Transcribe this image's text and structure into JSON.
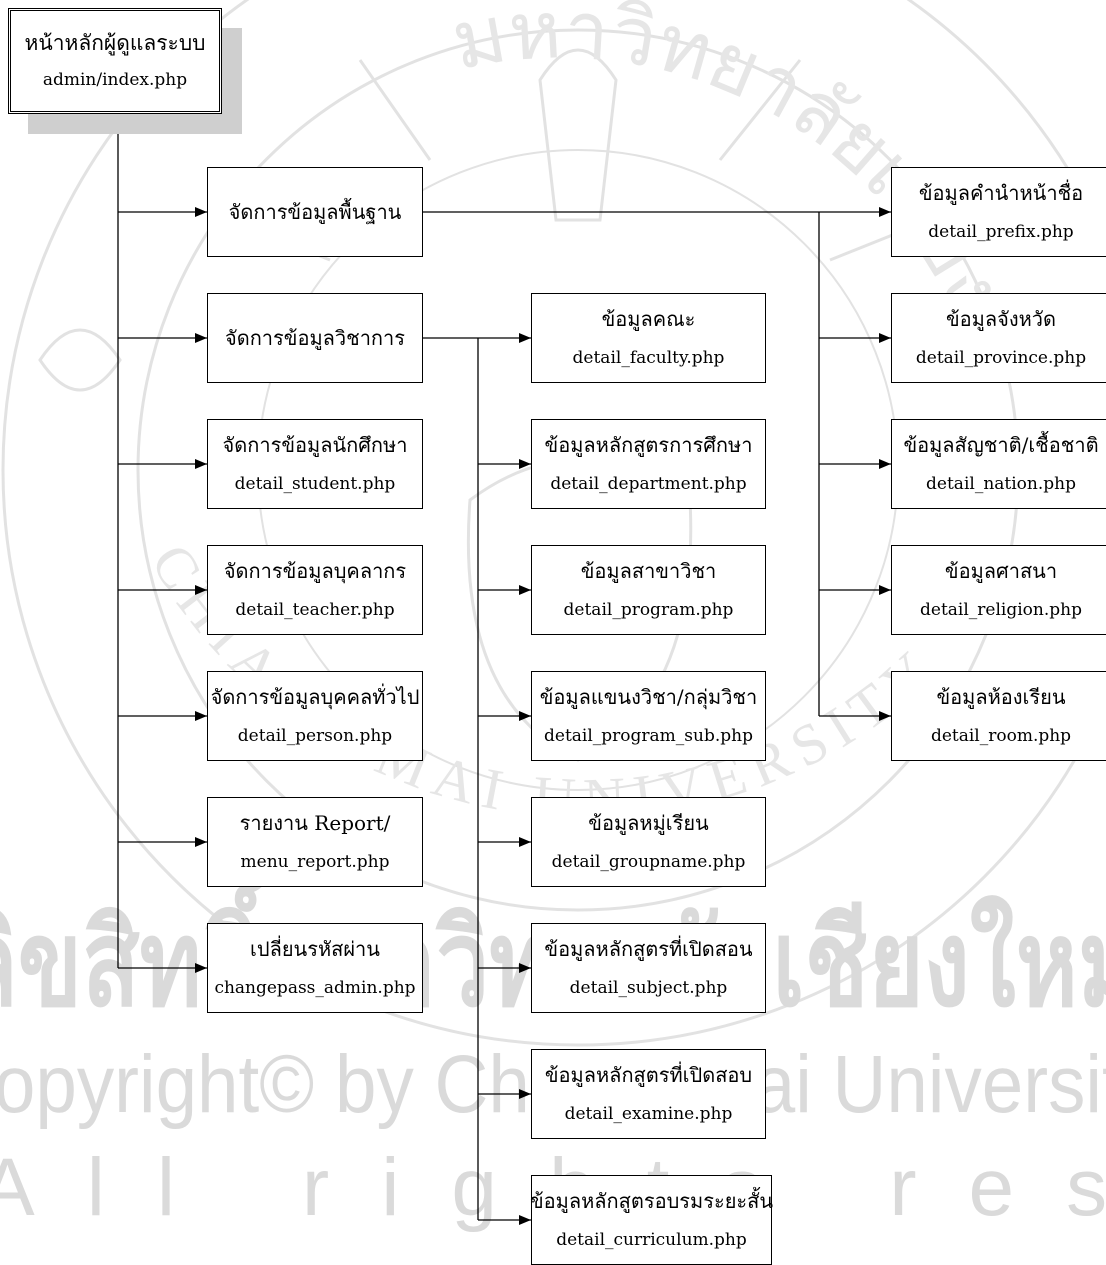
{
  "root": {
    "title": "หน้าหลักผู้ดูแลระบบ",
    "file": "admin/index.php"
  },
  "col1": [
    {
      "title": "จัดการข้อมูลพื้นฐาน",
      "file": ""
    },
    {
      "title": "จัดการข้อมูลวิชาการ",
      "file": ""
    },
    {
      "title": "จัดการข้อมูลนักศึกษา",
      "file": "detail_student.php"
    },
    {
      "title": "จัดการข้อมูลบุคลากร",
      "file": "detail_teacher.php"
    },
    {
      "title": "จัดการข้อมูลบุคคลทั่วไป",
      "file": "detail_person.php"
    },
    {
      "title": "รายงาน Report/",
      "file": "menu_report.php"
    },
    {
      "title": "เปลี่ยนรหัสผ่าน",
      "file": "changepass_admin.php"
    }
  ],
  "col2": [
    {
      "title": "ข้อมูลคณะ",
      "file": "detail_faculty.php"
    },
    {
      "title": "ข้อมูลหลักสูตรการศึกษา",
      "file": "detail_department.php"
    },
    {
      "title": "ข้อมูลสาขาวิชา",
      "file": "detail_program.php"
    },
    {
      "title": "ข้อมูลแขนงวิชา/กลุ่มวิชา",
      "file": "detail_program_sub.php"
    },
    {
      "title": "ข้อมูลหมู่เรียน",
      "file": "detail_groupname.php"
    },
    {
      "title": "ข้อมูลหลักสูตรที่เปิดสอน",
      "file": "detail_subject.php"
    },
    {
      "title": "ข้อมูลหลักสูตรที่เปิดสอบ",
      "file": "detail_examine.php"
    },
    {
      "title": "ข้อมูลหลักสูตรอบรมระยะสั้น",
      "file": "detail_curriculum.php"
    }
  ],
  "col3": [
    {
      "title": "ข้อมูลคำนำหน้าชื่อ",
      "file": "detail_prefix.php"
    },
    {
      "title": "ข้อมูลจังหวัด",
      "file": "detail_province.php"
    },
    {
      "title": "ข้อมูลสัญชาติ/เชื้อชาติ",
      "file": "detail_nation.php"
    },
    {
      "title": "ข้อมูลศาสนา",
      "file": "detail_religion.php"
    },
    {
      "title": "ข้อมูลห้องเรียน",
      "file": "detail_room.php"
    }
  ],
  "watermark": {
    "line1": "ลิขสิทธิ์มหาวิทยาลัยเชียงใหม่",
    "line2": "Copyright© by Chiang Mai University",
    "line3": "All rights reserved",
    "seal_top": "มหาวิทยาลัยเชียงใหม่",
    "seal_ring": "CHIANG MAI UNIVERSITY"
  }
}
